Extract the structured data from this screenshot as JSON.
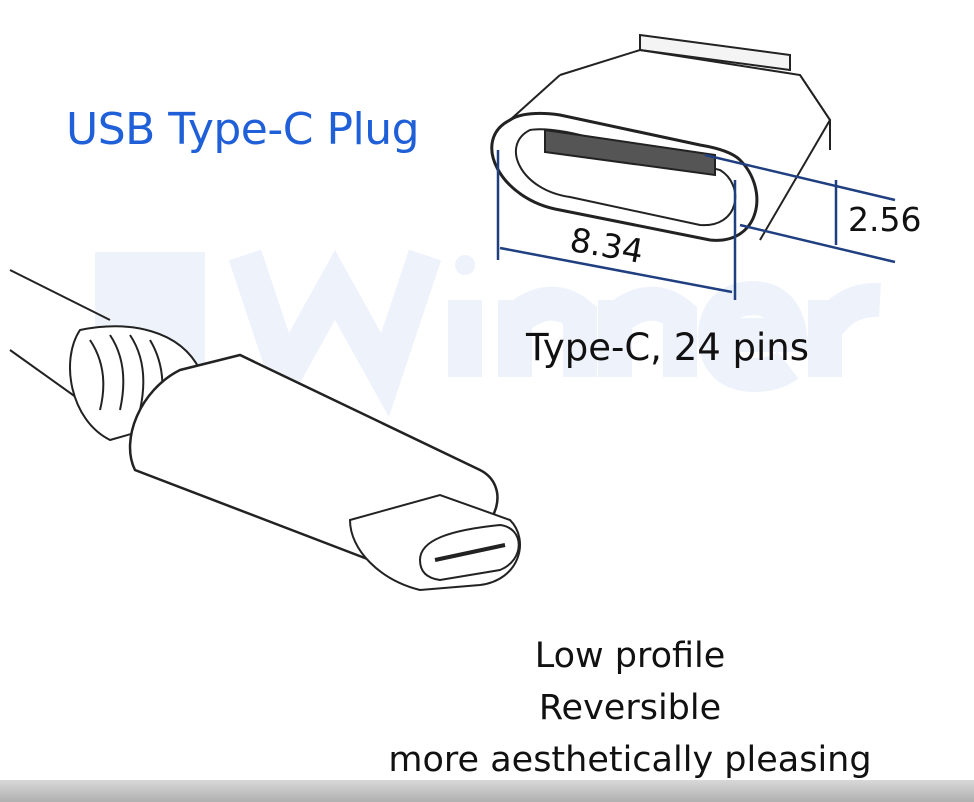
{
  "title": "USB Type-C Plug",
  "watermark": "ZS Winner",
  "dimensions": {
    "width": "8.34",
    "height": "2.56"
  },
  "connector_label": "Type-C, 24 pins",
  "features": [
    "Low profile",
    "Reversible",
    "more aesthetically pleasing"
  ],
  "colors": {
    "title": "#1f5fd8",
    "dimension_lines": "#1f3f80",
    "watermark": "#eef2fb"
  }
}
